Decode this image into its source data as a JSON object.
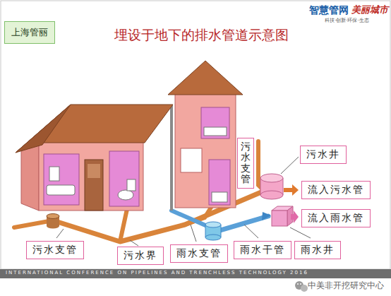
{
  "diagram": {
    "title": "埋设于地下的排水管道示意图",
    "nodes": [
      {
        "text": [
          "上海管丽"
        ]
      },
      {
        "text": [
          "污水支管"
        ]
      },
      {
        "text": [
          "污水井"
        ]
      },
      {
        "text": [
          "流入污水管"
        ]
      },
      {
        "text": [
          "流入雨水管"
        ]
      },
      {
        "text": [
          "污水支管"
        ]
      },
      {
        "text": [
          "污水界"
        ]
      },
      {
        "text": [
          "雨水支管"
        ]
      },
      {
        "text": [
          "雨水干管"
        ]
      },
      {
        "text": [
          "雨水井"
        ]
      }
    ],
    "labels": [
      "智慧管网",
      "美丽城市",
      "科技·创新·环保·生态",
      "INTERNATIONAL CONFERENCE ON PIPELINES AND TRENCHLESS TECHNOLOGY 2016",
      "中美非开挖研究中心"
    ]
  }
}
